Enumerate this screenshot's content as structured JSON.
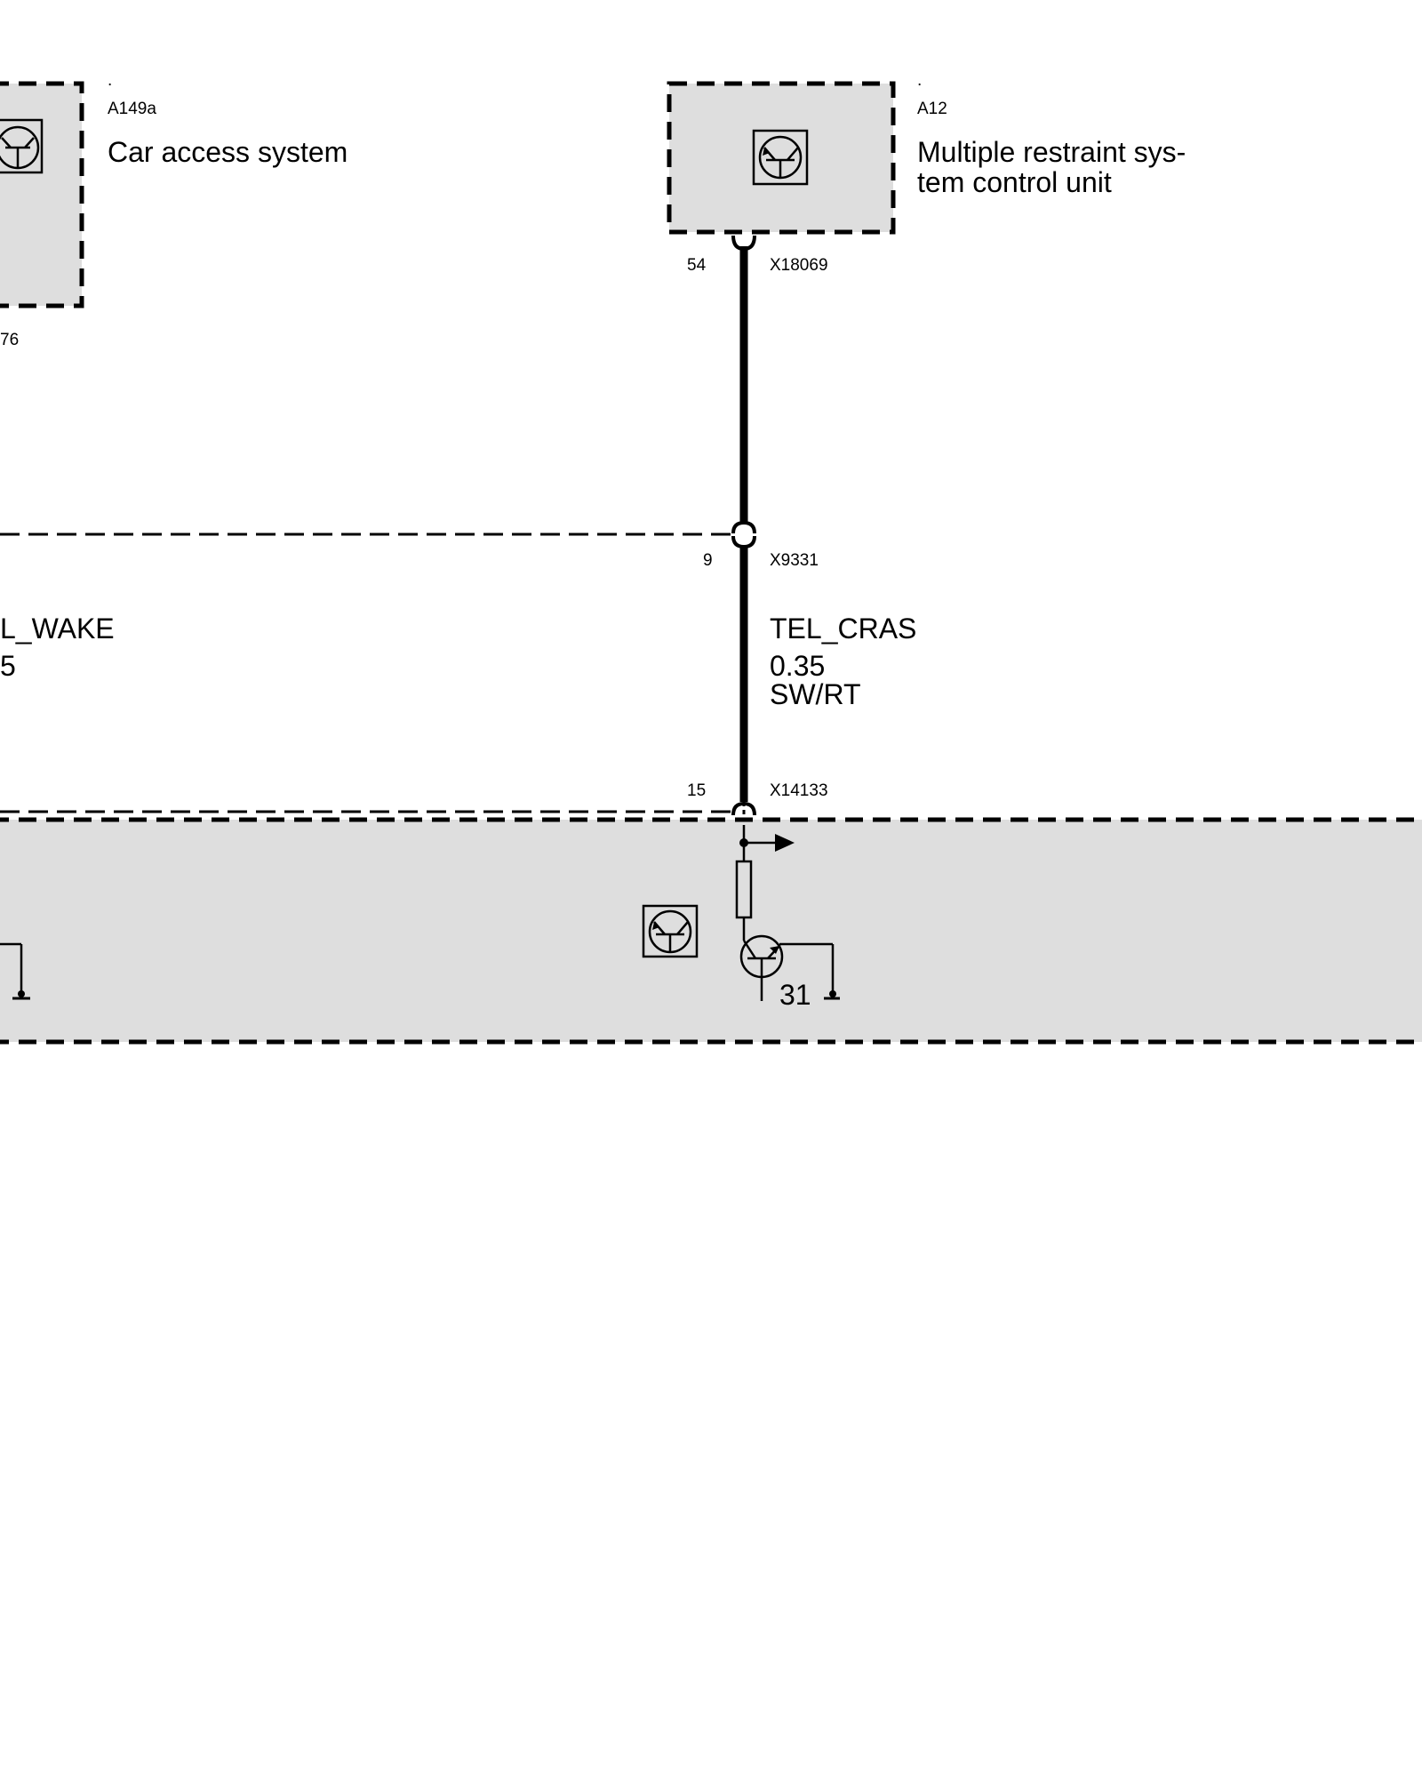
{
  "components": {
    "a149a": {
      "dot": ".",
      "code": "A149a",
      "name": "Car access system"
    },
    "a12": {
      "dot": ".",
      "code": "A12",
      "name_line1": "Multiple restraint sys-",
      "name_line2": "tem control unit"
    }
  },
  "connectors": {
    "x18069": {
      "pin": "54",
      "id": "X18069"
    },
    "x9331": {
      "pin": "9",
      "id": "X9331"
    },
    "x14133": {
      "pin": "15",
      "id": "X14133"
    },
    "left_partial_pin": "76"
  },
  "wires": {
    "tel_cras": {
      "signal": "TEL_CRAS",
      "gauge": "0.35",
      "color_code": "SW/RT"
    },
    "left_wire": {
      "signal_partial": "L_WAKE",
      "gauge_partial": "5"
    }
  },
  "ground": {
    "terminal": "31"
  },
  "colors": {
    "box_fill": "#dedede",
    "line": "#000000",
    "background": "#ffffff"
  }
}
